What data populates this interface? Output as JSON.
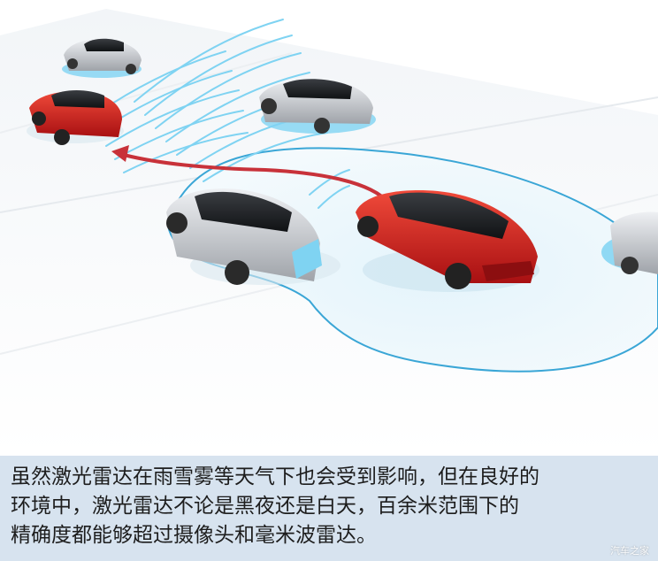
{
  "caption": {
    "lines": [
      "虽然激光雷达在雨雪雾等天气下也会受到影响，但在良好的",
      "环境中，激光雷达不论是黑夜还是白天，百余米范围下的",
      "精确度都能够超过摄像头和毫米波雷达。"
    ]
  },
  "watermark": "汽车之家",
  "colors": {
    "caption_bg": "#d7e3ef",
    "radar_blue": "#7fd3f2",
    "radar_outline": "#3aa6d6",
    "path_arrow": "#c8323a",
    "ego_car": "#d81e1e",
    "other_car_red": "#cf1f1f",
    "other_car_silver": "#c9cbcf"
  }
}
